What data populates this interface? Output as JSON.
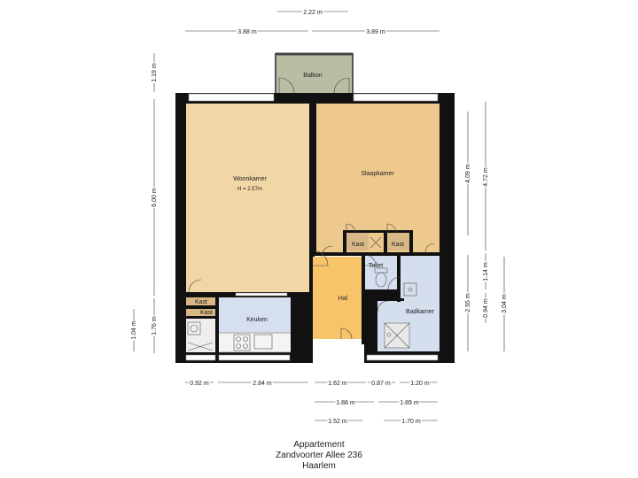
{
  "rooms": {
    "balkon": "Balkon",
    "woonkamer": "Woonkamer",
    "woonkamer_height": "H = 2.57m",
    "slaapkamer": "Slaapkamer",
    "kast_1": "Kast",
    "kast_2": "Kast",
    "kast_3": "Kast",
    "kast_4": "Kast",
    "toilet": "Toilet",
    "hal": "Hal",
    "keuken": "Keuken",
    "badkamer": "Badkamer"
  },
  "dimensions": {
    "top_balkon_width": "2.22 m",
    "top_left": "3.88 m",
    "top_right": "3.89 m",
    "left_balkon": "1.19 m",
    "left_main": "6.00 m",
    "left_lower": "1.76 m",
    "left_small": "1.04 m",
    "right_slaapkamer": "4.09 m",
    "right_total": "4.72 m",
    "right_114": "1.14 m",
    "right_255": "2.55 m",
    "right_094": "0.94 m",
    "right_304": "3.04 m",
    "bottom_092": "0.92 m",
    "bottom_284": "2.84 m",
    "bottom_162": "1.62 m",
    "bottom_087": "0.87 m",
    "bottom_120": "1.20 m",
    "bottom_188": "1.88 m",
    "bottom_189": "1.89 m",
    "bottom_152": "1.52 m",
    "bottom_170": "1.70 m"
  },
  "title": {
    "line1": "Appartement",
    "line2": "Zandvoorter Allee 236",
    "line3": "Haarlem"
  },
  "colors": {
    "wall": "#111111",
    "woonkamer": "#f2d7a6",
    "slaapkamer": "#eec98e",
    "hal": "#f7c46a",
    "keuken": "#d5dff0",
    "badkamer": "#d4deed",
    "balkon": "#b7bea3",
    "kast": "#d9b887"
  }
}
